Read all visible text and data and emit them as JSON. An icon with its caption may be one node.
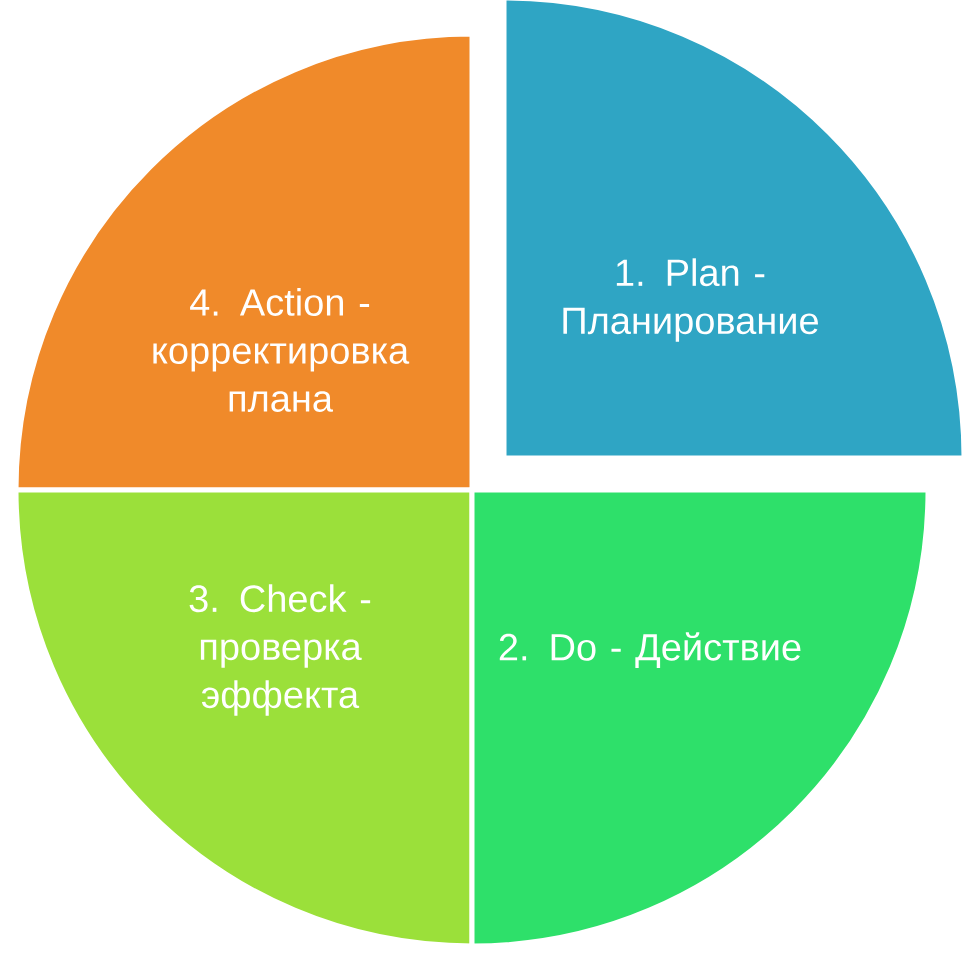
{
  "diagram": {
    "nodes": [
      {
        "text": [
          "4. Action - корректировка плана"
        ]
      },
      {
        "text": [
          "1. Plan - Планирование"
        ]
      },
      {
        "text": [
          "3. Check - проверка эффекта"
        ]
      },
      {
        "text": [
          "2. Do - Действие"
        ]
      }
    ]
  }
}
